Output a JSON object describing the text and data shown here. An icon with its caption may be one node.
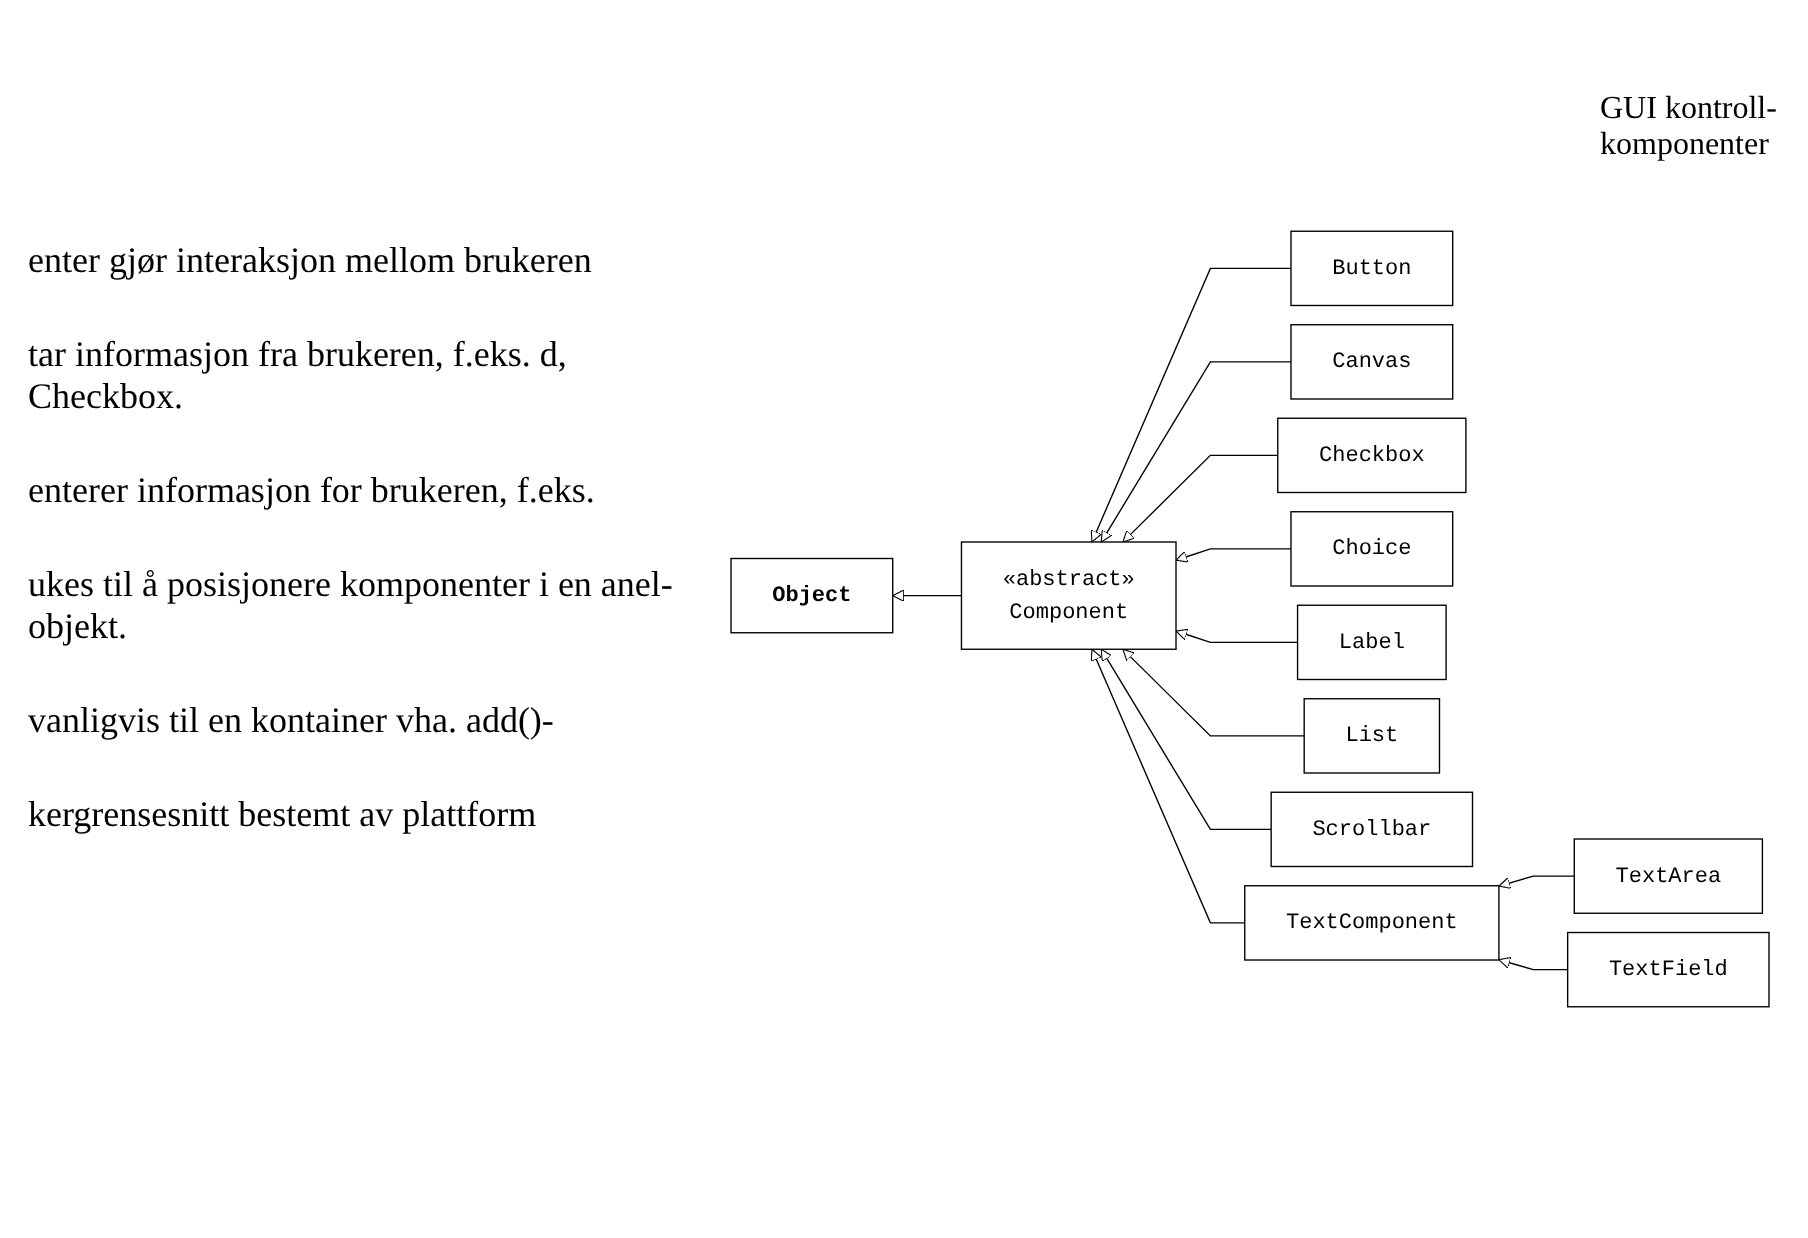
{
  "diagram": {
    "nodes": [
      {
        "text": [
          "Object"
        ]
      },
      {
        "text": [
          "«abstract»",
          "Component"
        ]
      },
      {
        "text": [
          "Button"
        ]
      },
      {
        "text": [
          "Canvas"
        ]
      },
      {
        "text": [
          "Checkbox"
        ]
      },
      {
        "text": [
          "Choice"
        ]
      },
      {
        "text": [
          "Label"
        ]
      },
      {
        "text": [
          "List"
        ]
      },
      {
        "text": [
          "Scrollbar"
        ]
      },
      {
        "text": [
          "TextArea"
        ]
      },
      {
        "text": [
          "TextComponent"
        ]
      },
      {
        "text": [
          "TextField"
        ]
      }
    ],
    "edges": [
      {
        "from": 1,
        "to": 0,
        "arrow": "to"
      },
      {
        "from": 2,
        "to": 1,
        "arrow": "to"
      },
      {
        "from": 3,
        "to": 1,
        "arrow": "to"
      },
      {
        "from": 4,
        "to": 1,
        "arrow": "to"
      },
      {
        "from": 5,
        "to": 1,
        "arrow": "to"
      },
      {
        "from": 6,
        "to": 1,
        "arrow": "to"
      },
      {
        "from": 7,
        "to": 1,
        "arrow": "to"
      },
      {
        "from": 8,
        "to": 1,
        "arrow": "to"
      },
      {
        "from": 10,
        "to": 1,
        "arrow": "to"
      },
      {
        "from": 9,
        "to": 10,
        "arrow": "to"
      },
      {
        "from": 11,
        "to": 10,
        "arrow": "to"
      }
    ],
    "labels": [
      "enter gjør interaksjon mellom brukeren",
      "tar informasjon fra brukeren, f.eks. d, Checkbox.",
      "enterer informasjon for brukeren, f.eks.",
      "ukes til å posisjonere komponenter i en anel-objekt.",
      "vanligvis til en kontainer vha. add()-",
      "kergrensesnitt bestemt av plattform",
      "GUI kontroll- komponenter"
    ]
  }
}
